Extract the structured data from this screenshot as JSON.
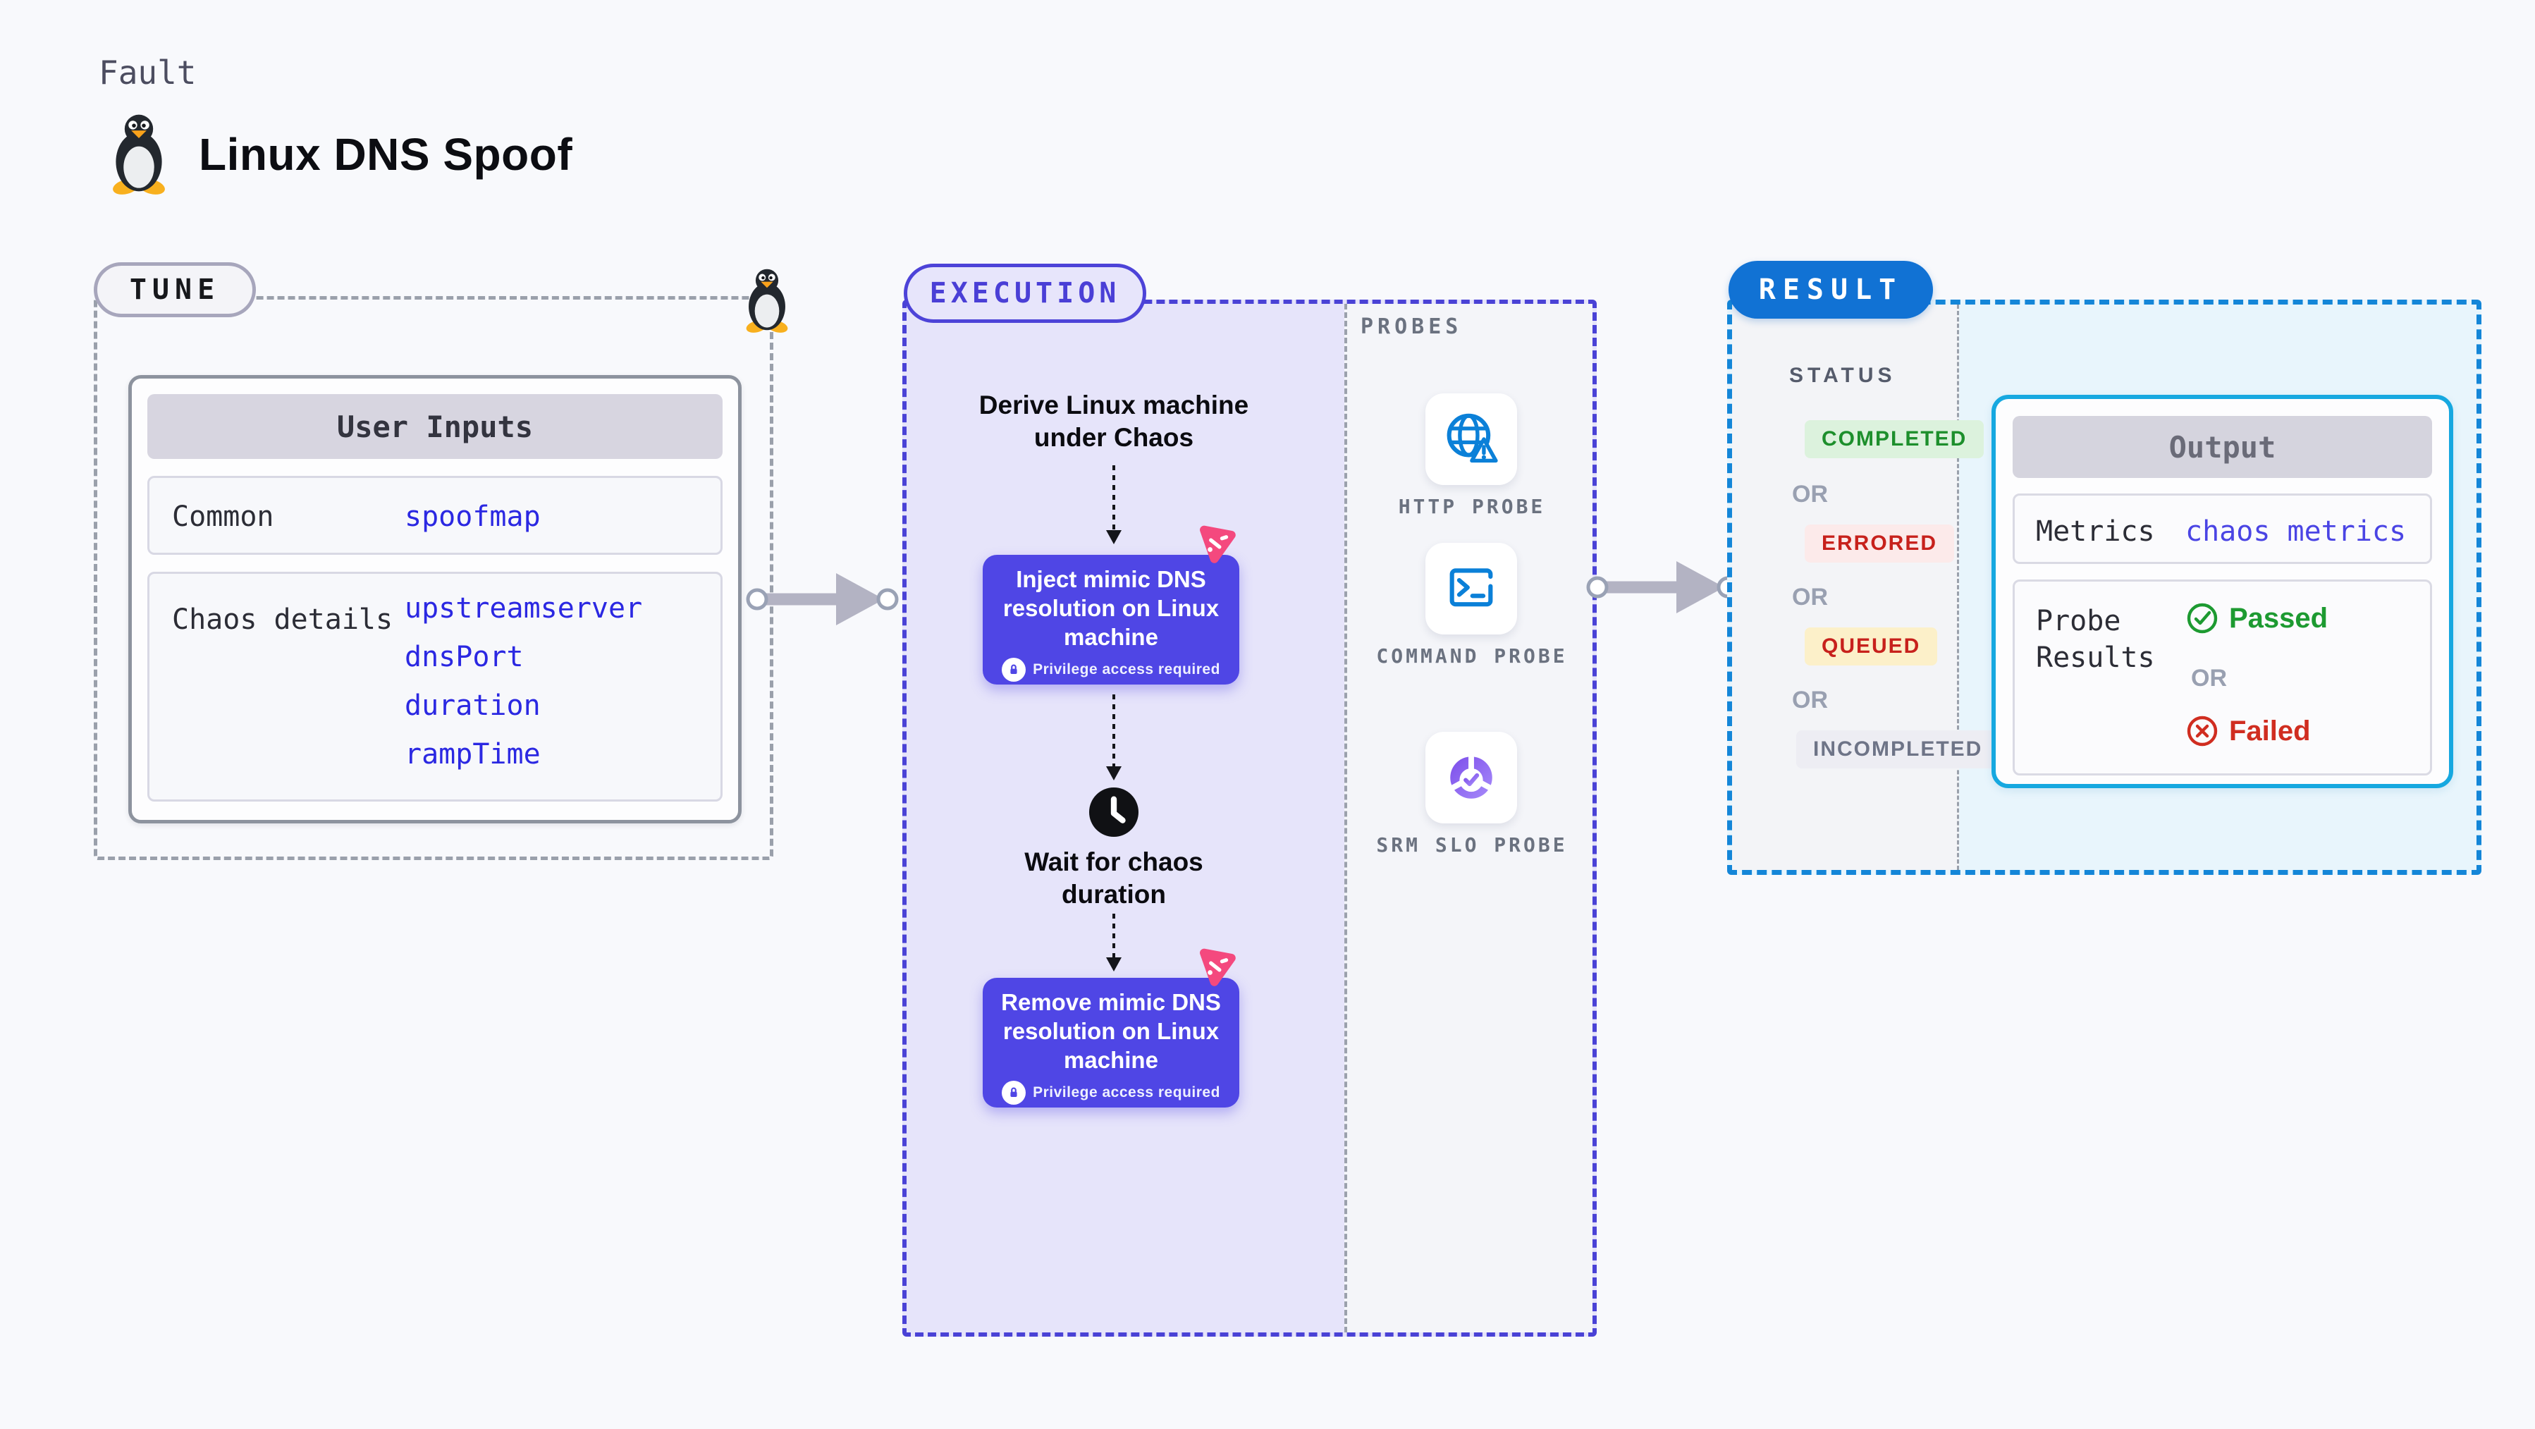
{
  "header": {
    "kicker": "Fault",
    "title": "Linux DNS Spoof",
    "icon": "tux-penguin-icon"
  },
  "tune": {
    "label": "TUNE",
    "user_inputs": {
      "title": "User Inputs",
      "rows": [
        {
          "label": "Common",
          "values": [
            "spoofmap"
          ]
        },
        {
          "label": "Chaos details",
          "values": [
            "upstreamserver",
            "dnsPort",
            "duration",
            "rampTime"
          ]
        }
      ]
    }
  },
  "execution": {
    "label": "EXECUTION",
    "steps": {
      "derive": "Derive Linux machine under Chaos",
      "inject": "Inject mimic DNS resolution on Linux machine",
      "inject_note": "Privilege access required",
      "wait": "Wait for chaos duration",
      "remove": "Remove mimic DNS resolution on Linux machine",
      "remove_note": "Privilege access required"
    },
    "probes": {
      "label": "PROBES",
      "items": [
        {
          "name": "HTTP PROBE",
          "icon": "globe-alert-icon"
        },
        {
          "name": "COMMAND PROBE",
          "icon": "terminal-icon"
        },
        {
          "name": "SRM SLO PROBE",
          "icon": "slo-donut-check-icon"
        }
      ]
    }
  },
  "result": {
    "label": "RESULT",
    "status": {
      "label": "STATUS",
      "separator": "OR",
      "badges": [
        "COMPLETED",
        "ERRORED",
        "QUEUED",
        "INCOMPLETED"
      ]
    },
    "output": {
      "title": "Output",
      "metrics_label": "Metrics",
      "metrics_value": "chaos metrics",
      "probe_label": "Probe Results",
      "passed": "Passed",
      "separator": "OR",
      "failed": "Failed"
    }
  },
  "colors": {
    "page_bg": "#f8f9fc",
    "accent_indigo": "#4f46e5",
    "execution_border": "#4a42d6",
    "execution_fill": "#e6e4fa",
    "result_blue": "#1172d4",
    "result_border": "#1486d8",
    "output_border": "#16a8e0",
    "link_blue": "#2b28e2",
    "status_green": "#1d8f2c",
    "status_red": "#c7211c",
    "passed_green": "#1d9a31",
    "failed_red": "#d02d20",
    "chaos_pink": "#f4497e"
  }
}
